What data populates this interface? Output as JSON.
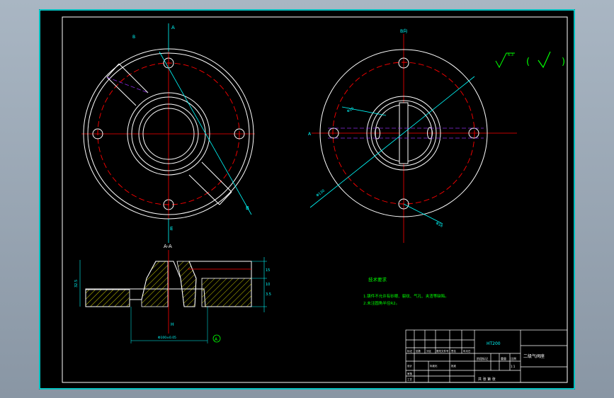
{
  "drawing": {
    "title_block": {
      "part_name": "二级气阀座",
      "material": "HT200",
      "scale": "1:1",
      "mass_label": "重量",
      "scale_label": "比例",
      "sheet_label": "共 张 第 张",
      "drawn_label": "设计",
      "check_label": "审核",
      "standard_label": "标准化",
      "process_label": "工艺",
      "approve_label": "批准",
      "mark_label": "标记",
      "count_label": "处数",
      "zone_label": "分区",
      "doc_label": "更改文件号",
      "sign_label": "签名",
      "date_label": "年月日",
      "stage_label": "阶段标记"
    },
    "views": {
      "front_label": "B",
      "top_label": "B向",
      "section_mark_top": "A",
      "section_mark_bottom": "A",
      "section_title": "A-A",
      "section_mark_e": "E",
      "section_mark_b": "B",
      "datum_label": "A",
      "hole_dim_1": "Φ10",
      "hole_dim_2": "Φ130",
      "hole_dim_3": "Φ16",
      "dim_height": "32.5",
      "dim_r1": "15",
      "dim_r2": "10",
      "dim_r3": "3.5",
      "dim_h": "H",
      "dim_bottom": "Φ100±0.05"
    },
    "roughness": {
      "value": "6.3",
      "paren_open": "(",
      "paren_close": ")"
    },
    "tech_notes": {
      "title": "技术要求",
      "line1": "1.铸件不允许有砂眼、裂纹、气孔、夹渣等缺陷。",
      "line2": "2.未注圆角半径R2。"
    },
    "colors": {
      "sheet": "#000000",
      "border": "#ffffff",
      "outer_border": "#00ffff",
      "center": "#ff0000",
      "hidden": "#8a2be2",
      "dim": "#00ffff",
      "hatch": "#ffff00",
      "note": "#00ff00"
    }
  }
}
